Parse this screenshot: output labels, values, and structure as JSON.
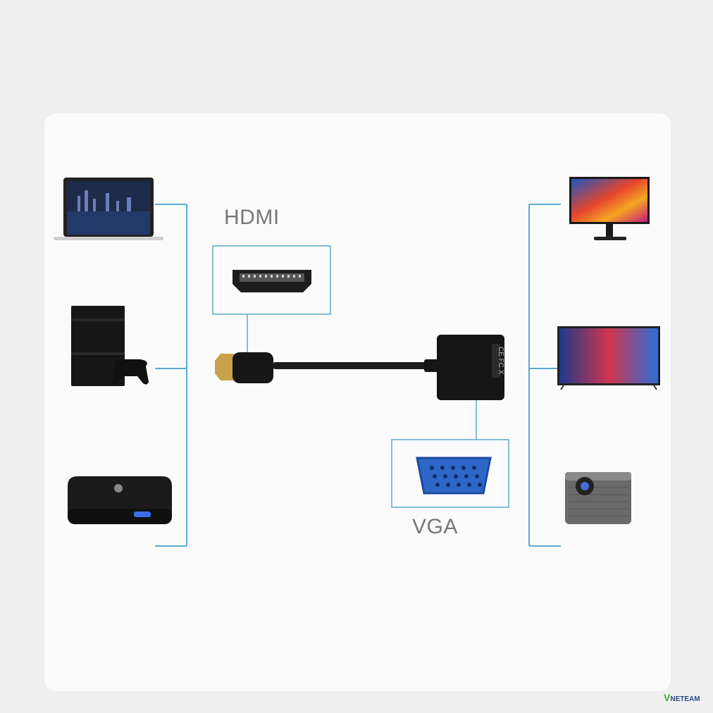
{
  "labels": {
    "hdmi": "HDMI",
    "vga": "VGA"
  },
  "watermark": {
    "letter": "V",
    "text": "NETEAM"
  },
  "colors": {
    "background": "#efefef",
    "card": "#fbfbfb",
    "connector_line": "#5aaad0",
    "vga_blue": "#2f67c8",
    "device_black": "#1a1a1a"
  },
  "source_devices": [
    "laptop-icon",
    "game-console-icon",
    "tv-box-icon"
  ],
  "output_devices": [
    "monitor-icon",
    "television-icon",
    "projector-icon"
  ],
  "adapter_marking": "CE FC X"
}
